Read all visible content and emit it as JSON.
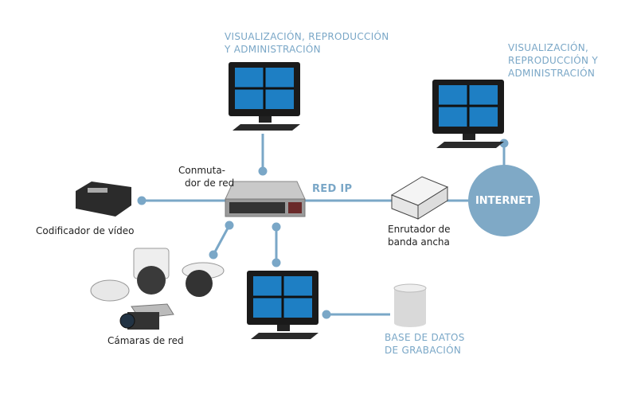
{
  "labels": {
    "top_monitor": [
      "VISUALIZACIÓN, REPRODUCCIÓN",
      "Y ADMINISTRACIÓN"
    ],
    "right_monitor": [
      "VISUALIZACIÓN,",
      "REPRODUCCIÓN Y",
      "ADMINISTRACIÓN"
    ],
    "switch": [
      "Conmuta-",
      "dor de red"
    ],
    "network": "RED IP",
    "router": [
      "Enrutador de",
      "banda ancha"
    ],
    "internet": "INTERNET",
    "encoder": "Codificador de vídeo",
    "cameras": "Cámaras de red",
    "database": [
      "BASE DE DATOS",
      "DE GRABACIÓN"
    ]
  },
  "colors": {
    "link": "#7aa7c7",
    "internet": "#7fa9c6",
    "screen": "#1e7fc4"
  }
}
